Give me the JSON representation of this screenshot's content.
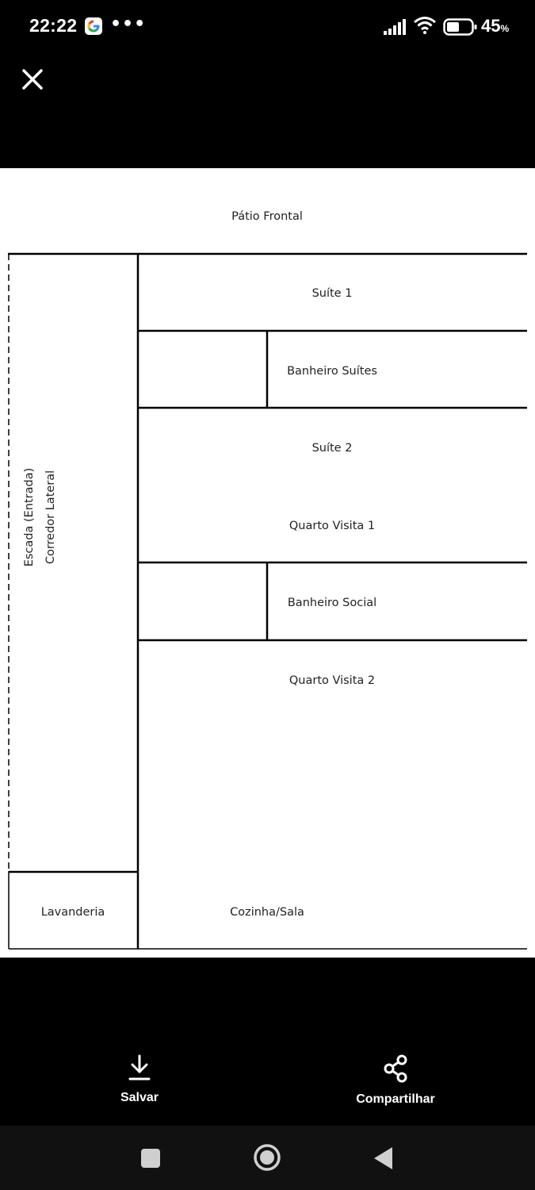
{
  "status_bar": {
    "time": "22:22",
    "battery_percent": "45",
    "battery_unit": "%",
    "icons": [
      "google-icon",
      "more-dots-icon",
      "signal-icon",
      "wifi-icon",
      "battery-icon"
    ]
  },
  "floor_plan": {
    "front_patio": "Pátio Frontal",
    "left_column": {
      "stairs": "Escada (Entrada)",
      "side_corridor": "Corredor Lateral",
      "laundry": "Lavanderia"
    },
    "rooms": {
      "suite_1": "Suíte 1",
      "suite_bathroom": "Banheiro Suítes",
      "suite_2": "Suíte 2",
      "guest_room_1": "Quarto Visita 1",
      "social_bathroom": "Banheiro Social",
      "guest_room_2": "Quarto Visita 2",
      "kitchen_living": "Cozinha/Sala"
    }
  },
  "actions": {
    "save_label": "Salvar",
    "share_label": "Compartilhar"
  },
  "colors": {
    "background": "#000000",
    "plan_background": "#ffffff",
    "wall": "#000000",
    "text": "#222222"
  }
}
